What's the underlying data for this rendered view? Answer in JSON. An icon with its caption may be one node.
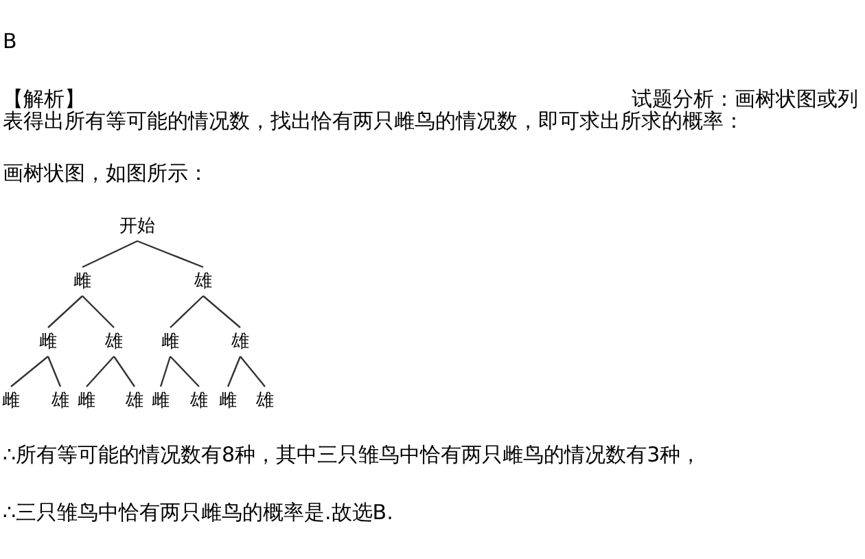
{
  "diagram": {
    "nodes": [
      {
        "text": [
          "开始"
        ]
      },
      {
        "text": [
          "雌"
        ]
      },
      {
        "text": [
          "雄"
        ]
      },
      {
        "text": [
          "雌"
        ]
      },
      {
        "text": [
          "雄"
        ]
      },
      {
        "text": [
          "雌"
        ]
      },
      {
        "text": [
          "雄"
        ]
      },
      {
        "text": [
          "雌"
        ]
      },
      {
        "text": [
          "雄"
        ]
      },
      {
        "text": [
          "雌"
        ]
      },
      {
        "text": [
          "雄"
        ]
      },
      {
        "text": [
          "雌"
        ]
      },
      {
        "text": [
          "雄"
        ]
      },
      {
        "text": [
          "雌"
        ]
      },
      {
        "text": [
          "雄"
        ]
      }
    ],
    "edges": [
      {
        "from": 0,
        "to": 1,
        "arrow": "none"
      },
      {
        "from": 0,
        "to": 2,
        "arrow": "none"
      },
      {
        "from": 1,
        "to": 3,
        "arrow": "none"
      },
      {
        "from": 1,
        "to": 4,
        "arrow": "none"
      },
      {
        "from": 2,
        "to": 5,
        "arrow": "none"
      },
      {
        "from": 2,
        "to": 6,
        "arrow": "none"
      },
      {
        "from": 3,
        "to": 7,
        "arrow": "none"
      },
      {
        "from": 3,
        "to": 8,
        "arrow": "none"
      },
      {
        "from": 4,
        "to": 9,
        "arrow": "none"
      },
      {
        "from": 4,
        "to": 10,
        "arrow": "none"
      },
      {
        "from": 5,
        "to": 11,
        "arrow": "none"
      },
      {
        "from": 5,
        "to": 12,
        "arrow": "none"
      },
      {
        "from": 6,
        "to": 13,
        "arrow": "none"
      },
      {
        "from": 6,
        "to": 14,
        "arrow": "none"
      }
    ],
    "labels": [
      "B",
      "【解析】",
      "试题分析：画树状图或列表得出所有等可能的情况数，找出恰有两只雌鸟的情况数，即可求出所求的概率：",
      "画树状图，如图所示：",
      "∴所有等可能的情况数有8种，其中三只雏鸟中恰有两只雌鸟的情况数有3种，",
      "∴三只雏鸟中恰有两只雌鸟的概率是.故选B."
    ]
  }
}
